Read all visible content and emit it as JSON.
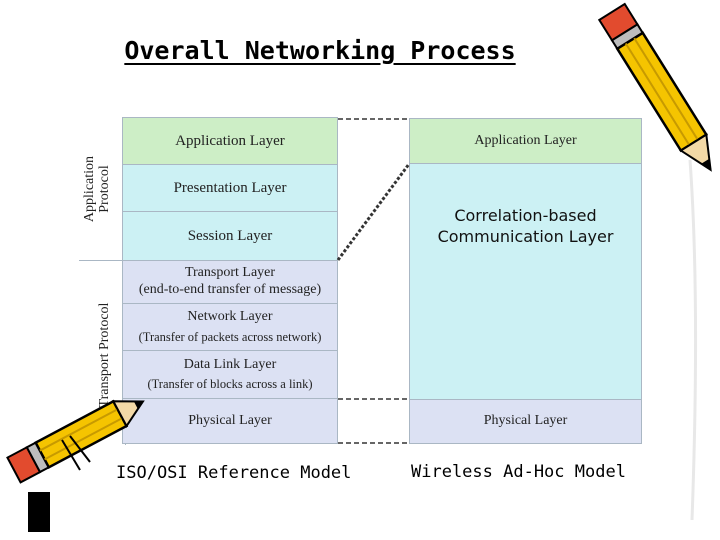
{
  "title": "Overall Networking Process",
  "osi": {
    "side_labels": {
      "application_protocol": [
        "Application",
        "Protocol"
      ],
      "transport_protocol": "Transport Protocol"
    },
    "layers": {
      "application": "Application Layer",
      "presentation": "Presentation Layer",
      "session": "Session Layer",
      "transport": "Transport Layer",
      "transport_sub": "(end-to-end transfer of message)",
      "network": "Network Layer",
      "network_sub": "(Transfer of packets across network)",
      "datalink": "Data Link Layer",
      "datalink_sub": "(Transfer of blocks across a link)",
      "physical": "Physical Layer"
    },
    "caption": "ISO/OSI Reference Model"
  },
  "adhoc": {
    "layers": {
      "application": "Application Layer",
      "correlation": [
        "Correlation-based",
        "Communication Layer"
      ],
      "physical": "Physical Layer"
    },
    "caption": "Wireless Ad-Hoc Model"
  },
  "colors": {
    "application": "#cdeec6",
    "middle": "#ccf1f4",
    "transport_group": "#dce1f3",
    "pencil_body": "#f5c400",
    "pencil_outline": "#000000"
  },
  "decorations": [
    "pencil-icon-top-right",
    "pencil-icon-bottom-left"
  ]
}
